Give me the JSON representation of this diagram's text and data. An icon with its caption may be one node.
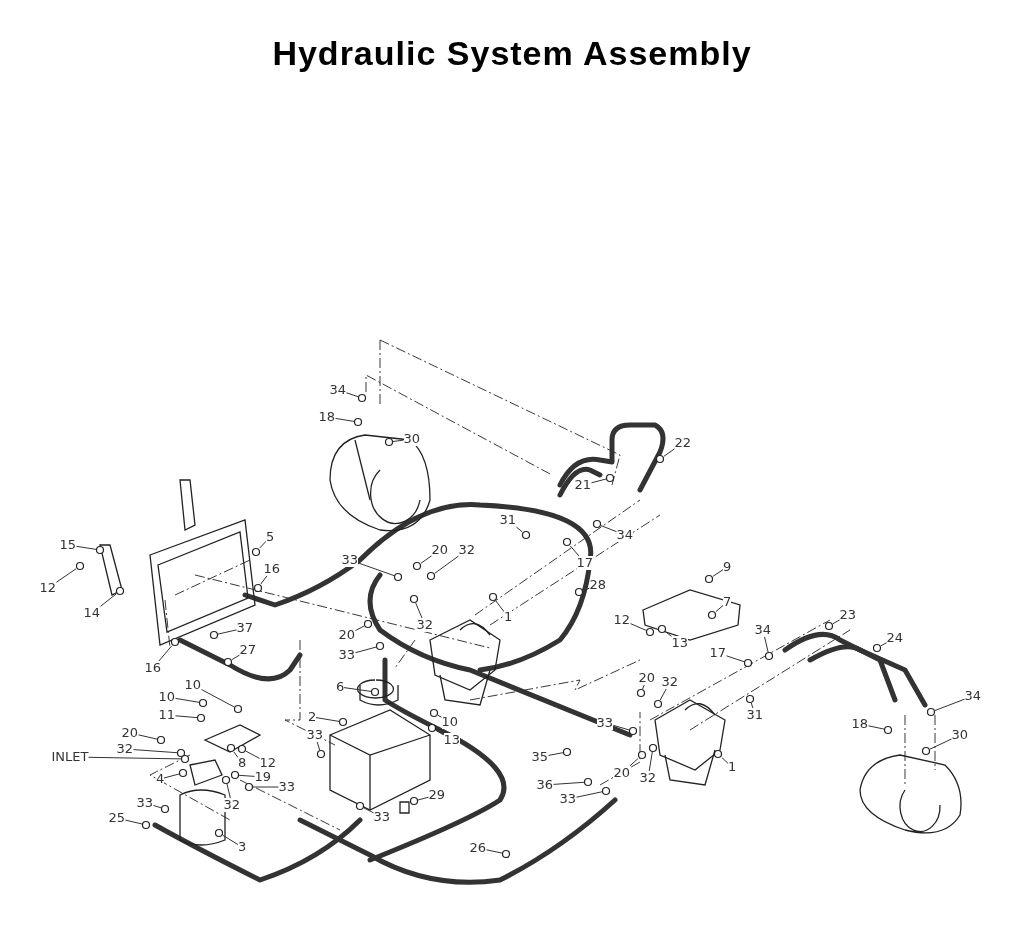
{
  "diagram": {
    "title": "Hydraulic System Assembly",
    "nodes": [
      {
        "text": [
          "34"
        ]
      },
      {
        "text": [
          "18"
        ]
      },
      {
        "text": [
          "30"
        ]
      },
      {
        "text": [
          "22"
        ]
      },
      {
        "text": [
          "21"
        ]
      },
      {
        "text": [
          "31"
        ]
      },
      {
        "text": [
          "34"
        ]
      },
      {
        "text": [
          "17"
        ]
      },
      {
        "text": [
          "33"
        ]
      },
      {
        "text": [
          "20"
        ]
      },
      {
        "text": [
          "32"
        ]
      },
      {
        "text": [
          "28"
        ]
      },
      {
        "text": [
          "1"
        ]
      },
      {
        "text": [
          "32"
        ]
      },
      {
        "text": [
          "20"
        ]
      },
      {
        "text": [
          "33"
        ]
      },
      {
        "text": [
          "5"
        ]
      },
      {
        "text": [
          "15"
        ]
      },
      {
        "text": [
          "12"
        ]
      },
      {
        "text": [
          "14"
        ]
      },
      {
        "text": [
          "16"
        ]
      },
      {
        "text": [
          "37"
        ]
      },
      {
        "text": [
          "16"
        ]
      },
      {
        "text": [
          "27"
        ]
      },
      {
        "text": [
          "9"
        ]
      },
      {
        "text": [
          "7"
        ]
      },
      {
        "text": [
          "12"
        ]
      },
      {
        "text": [
          "13"
        ]
      },
      {
        "text": [
          "23"
        ]
      },
      {
        "text": [
          "34"
        ]
      },
      {
        "text": [
          "17"
        ]
      },
      {
        "text": [
          "24"
        ]
      },
      {
        "text": [
          "31"
        ]
      },
      {
        "text": [
          "34"
        ]
      },
      {
        "text": [
          "18"
        ]
      },
      {
        "text": [
          "30"
        ]
      },
      {
        "text": [
          "20"
        ]
      },
      {
        "text": [
          "32"
        ]
      },
      {
        "text": [
          "33"
        ]
      },
      {
        "text": [
          "20"
        ]
      },
      {
        "text": [
          "32"
        ]
      },
      {
        "text": [
          "1"
        ]
      },
      {
        "text": [
          "35"
        ]
      },
      {
        "text": [
          "36"
        ]
      },
      {
        "text": [
          "33"
        ]
      },
      {
        "text": [
          "26"
        ]
      },
      {
        "text": [
          "6"
        ]
      },
      {
        "text": [
          "10"
        ]
      },
      {
        "text": [
          "13"
        ]
      },
      {
        "text": [
          "2"
        ]
      },
      {
        "text": [
          "33"
        ]
      },
      {
        "text": [
          "33"
        ]
      },
      {
        "text": [
          "29"
        ]
      },
      {
        "text": [
          "10"
        ]
      },
      {
        "text": [
          "10"
        ]
      },
      {
        "text": [
          "11"
        ]
      },
      {
        "text": [
          "20"
        ]
      },
      {
        "text": [
          "32"
        ]
      },
      {
        "text": [
          "INLET"
        ]
      },
      {
        "text": [
          "8"
        ]
      },
      {
        "text": [
          "12"
        ]
      },
      {
        "text": [
          "4"
        ]
      },
      {
        "text": [
          "19"
        ]
      },
      {
        "text": [
          "32"
        ]
      },
      {
        "text": [
          "33"
        ]
      },
      {
        "text": [
          "33"
        ]
      },
      {
        "text": [
          "25"
        ]
      },
      {
        "text": [
          "3"
        ]
      },
      {
        "text": [],
        "shape": "circle"
      },
      {
        "text": [],
        "shape": "circle"
      },
      {
        "text": [],
        "shape": "circle"
      },
      {
        "text": [],
        "shape": "circle"
      },
      {
        "text": [],
        "shape": "circle"
      },
      {
        "text": [],
        "shape": "circle"
      },
      {
        "text": [],
        "shape": "circle"
      },
      {
        "text": [],
        "shape": "circle"
      },
      {
        "text": [],
        "shape": "circle"
      },
      {
        "text": [],
        "shape": "circle"
      },
      {
        "text": [],
        "shape": "circle"
      },
      {
        "text": [],
        "shape": "circle"
      },
      {
        "text": [],
        "shape": "circle"
      },
      {
        "text": [],
        "shape": "circle"
      },
      {
        "text": [],
        "shape": "circle"
      },
      {
        "text": [],
        "shape": "circle"
      },
      {
        "text": [],
        "shape": "circle"
      },
      {
        "text": [],
        "shape": "circle"
      },
      {
        "text": [],
        "shape": "circle"
      },
      {
        "text": [],
        "shape": "circle"
      },
      {
        "text": [],
        "shape": "circle"
      },
      {
        "text": [],
        "shape": "circle"
      },
      {
        "text": [],
        "shape": "circle"
      },
      {
        "text": [],
        "shape": "circle"
      },
      {
        "text": [],
        "shape": "circle"
      },
      {
        "text": [],
        "shape": "circle"
      },
      {
        "text": [],
        "shape": "circle"
      },
      {
        "text": [],
        "shape": "circle"
      },
      {
        "text": [],
        "shape": "circle"
      },
      {
        "text": [],
        "shape": "circle"
      },
      {
        "text": [],
        "shape": "circle"
      },
      {
        "text": [],
        "shape": "circle"
      },
      {
        "text": [],
        "shape": "circle"
      },
      {
        "text": [],
        "shape": "circle"
      },
      {
        "text": [],
        "shape": "circle"
      },
      {
        "text": [],
        "shape": "circle"
      },
      {
        "text": [],
        "shape": "circle"
      },
      {
        "text": [],
        "shape": "circle"
      },
      {
        "text": [],
        "shape": "circle"
      },
      {
        "text": [],
        "shape": "circle"
      },
      {
        "text": [],
        "shape": "circle"
      },
      {
        "text": [],
        "shape": "circle"
      },
      {
        "text": [],
        "shape": "circle"
      },
      {
        "text": [],
        "shape": "circle"
      },
      {
        "text": [],
        "shape": "circle"
      },
      {
        "text": [],
        "shape": "circle"
      },
      {
        "text": [],
        "shape": "circle"
      },
      {
        "text": [],
        "shape": "circle"
      },
      {
        "text": [],
        "shape": "circle"
      },
      {
        "text": [],
        "shape": "circle"
      },
      {
        "text": [],
        "shape": "circle"
      },
      {
        "text": [],
        "shape": "circle"
      },
      {
        "text": [],
        "shape": "circle"
      },
      {
        "text": [],
        "shape": "circle"
      },
      {
        "text": [],
        "shape": "circle"
      },
      {
        "text": [],
        "shape": "circle"
      },
      {
        "text": [],
        "shape": "circle"
      },
      {
        "text": [],
        "shape": "circle"
      },
      {
        "text": [],
        "shape": "circle"
      },
      {
        "text": [],
        "shape": "circle"
      },
      {
        "text": [],
        "shape": "circle"
      },
      {
        "text": [],
        "shape": "circle"
      },
      {
        "text": [],
        "shape": "circle"
      },
      {
        "text": [],
        "shape": "circle"
      },
      {
        "text": [],
        "shape": "circle"
      },
      {
        "text": [],
        "shape": "circle"
      },
      {
        "text": [],
        "shape": "circle"
      },
      {
        "text": [],
        "shape": "circle"
      }
    ],
    "edges": [
      {
        "from": 0,
        "to": 68,
        "arrow": "none"
      },
      {
        "from": 1,
        "to": 69,
        "arrow": "none"
      },
      {
        "from": 2,
        "to": 70,
        "arrow": "none"
      },
      {
        "from": 3,
        "to": 71,
        "arrow": "none"
      },
      {
        "from": 4,
        "to": 72,
        "arrow": "none"
      },
      {
        "from": 5,
        "to": 73,
        "arrow": "none"
      },
      {
        "from": 6,
        "to": 74,
        "arrow": "none"
      },
      {
        "from": 7,
        "to": 75,
        "arrow": "none"
      },
      {
        "from": 8,
        "to": 76,
        "arrow": "none"
      },
      {
        "from": 9,
        "to": 77,
        "arrow": "none"
      },
      {
        "from": 10,
        "to": 78,
        "arrow": "none"
      },
      {
        "from": 11,
        "to": 79,
        "arrow": "none"
      },
      {
        "from": 12,
        "to": 80,
        "arrow": "none"
      },
      {
        "from": 13,
        "to": 81,
        "arrow": "none"
      },
      {
        "from": 14,
        "to": 82,
        "arrow": "none"
      },
      {
        "from": 15,
        "to": 83,
        "arrow": "none"
      },
      {
        "from": 16,
        "to": 84,
        "arrow": "none"
      },
      {
        "from": 17,
        "to": 85,
        "arrow": "none"
      },
      {
        "from": 18,
        "to": 86,
        "arrow": "none"
      },
      {
        "from": 19,
        "to": 87,
        "arrow": "none"
      },
      {
        "from": 20,
        "to": 88,
        "arrow": "none"
      },
      {
        "from": 21,
        "to": 89,
        "arrow": "none"
      },
      {
        "from": 22,
        "to": 90,
        "arrow": "none"
      },
      {
        "from": 23,
        "to": 91,
        "arrow": "none"
      },
      {
        "from": 24,
        "to": 92,
        "arrow": "none"
      },
      {
        "from": 25,
        "to": 93,
        "arrow": "none"
      },
      {
        "from": 26,
        "to": 94,
        "arrow": "none"
      },
      {
        "from": 27,
        "to": 95,
        "arrow": "none"
      },
      {
        "from": 28,
        "to": 96,
        "arrow": "none"
      },
      {
        "from": 29,
        "to": 97,
        "arrow": "none"
      },
      {
        "from": 30,
        "to": 98,
        "arrow": "none"
      },
      {
        "from": 31,
        "to": 99,
        "arrow": "none"
      },
      {
        "from": 32,
        "to": 100,
        "arrow": "none"
      },
      {
        "from": 33,
        "to": 101,
        "arrow": "none"
      },
      {
        "from": 34,
        "to": 102,
        "arrow": "none"
      },
      {
        "from": 35,
        "to": 103,
        "arrow": "none"
      },
      {
        "from": 36,
        "to": 104,
        "arrow": "none"
      },
      {
        "from": 37,
        "to": 105,
        "arrow": "none"
      },
      {
        "from": 38,
        "to": 106,
        "arrow": "none"
      },
      {
        "from": 39,
        "to": 107,
        "arrow": "none"
      },
      {
        "from": 40,
        "to": 108,
        "arrow": "none"
      },
      {
        "from": 41,
        "to": 109,
        "arrow": "none"
      },
      {
        "from": 42,
        "to": 110,
        "arrow": "none"
      },
      {
        "from": 43,
        "to": 111,
        "arrow": "none"
      },
      {
        "from": 44,
        "to": 112,
        "arrow": "none"
      },
      {
        "from": 45,
        "to": 113,
        "arrow": "none"
      },
      {
        "from": 46,
        "to": 114,
        "arrow": "none"
      },
      {
        "from": 47,
        "to": 115,
        "arrow": "none"
      },
      {
        "from": 48,
        "to": 116,
        "arrow": "none"
      },
      {
        "from": 49,
        "to": 117,
        "arrow": "none"
      },
      {
        "from": 50,
        "to": 118,
        "arrow": "none"
      },
      {
        "from": 51,
        "to": 119,
        "arrow": "none"
      },
      {
        "from": 52,
        "to": 120,
        "arrow": "none"
      },
      {
        "from": 53,
        "to": 121,
        "arrow": "none"
      },
      {
        "from": 54,
        "to": 122,
        "arrow": "none"
      },
      {
        "from": 55,
        "to": 123,
        "arrow": "none"
      },
      {
        "from": 56,
        "to": 124,
        "arrow": "none"
      },
      {
        "from": 57,
        "to": 125,
        "arrow": "none"
      },
      {
        "from": 58,
        "to": 126,
        "arrow": "none"
      },
      {
        "from": 59,
        "to": 127,
        "arrow": "none"
      },
      {
        "from": 60,
        "to": 128,
        "arrow": "none"
      },
      {
        "from": 61,
        "to": 129,
        "arrow": "none"
      },
      {
        "from": 62,
        "to": 130,
        "arrow": "none"
      },
      {
        "from": 63,
        "to": 131,
        "arrow": "none"
      },
      {
        "from": 64,
        "to": 132,
        "arrow": "none"
      },
      {
        "from": 65,
        "to": 133,
        "arrow": "none"
      },
      {
        "from": 66,
        "to": 134,
        "arrow": "none"
      },
      {
        "from": 67,
        "to": 135,
        "arrow": "none"
      }
    ]
  }
}
